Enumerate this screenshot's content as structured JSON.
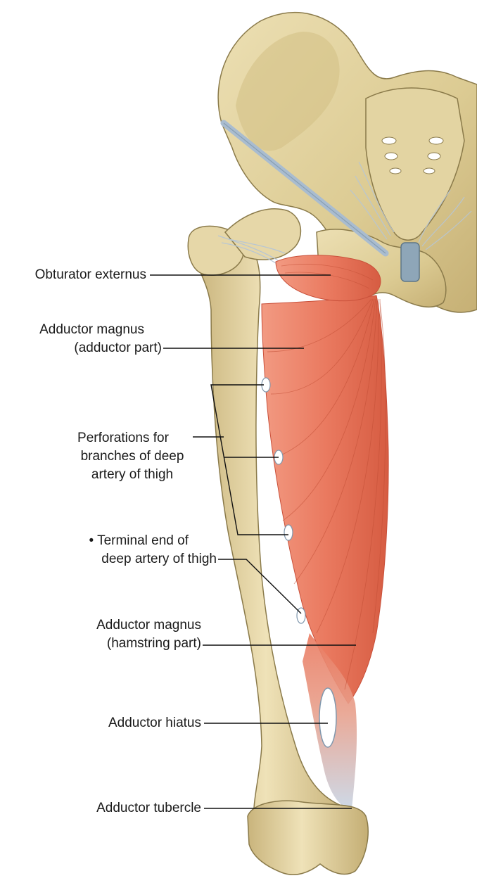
{
  "labels": {
    "obturator_externus": "Obturator externus",
    "adductor_magnus_adductor": {
      "line1": "Adductor magnus",
      "line2": "(adductor part)"
    },
    "perforations": {
      "line1": "Perforations for",
      "line2": "branches of deep",
      "line3": "artery of thigh"
    },
    "terminal_end": {
      "line1": "• Terminal end of",
      "line2": "deep artery of thigh"
    },
    "adductor_magnus_hamstring": {
      "line1": "Adductor magnus",
      "line2": "(hamstring part)"
    },
    "adductor_hiatus": "Adductor hiatus",
    "adductor_tubercle": "Adductor tubercle"
  },
  "colors": {
    "bone": "#e6d7a8",
    "bone_shadow": "#b9a46c",
    "bone_outline": "#8a7a4a",
    "muscle": "#e8735a",
    "muscle_dark": "#c9503a",
    "tendon": "#c9d6e3",
    "ligament": "#a9bccf",
    "leader": "#111111"
  }
}
